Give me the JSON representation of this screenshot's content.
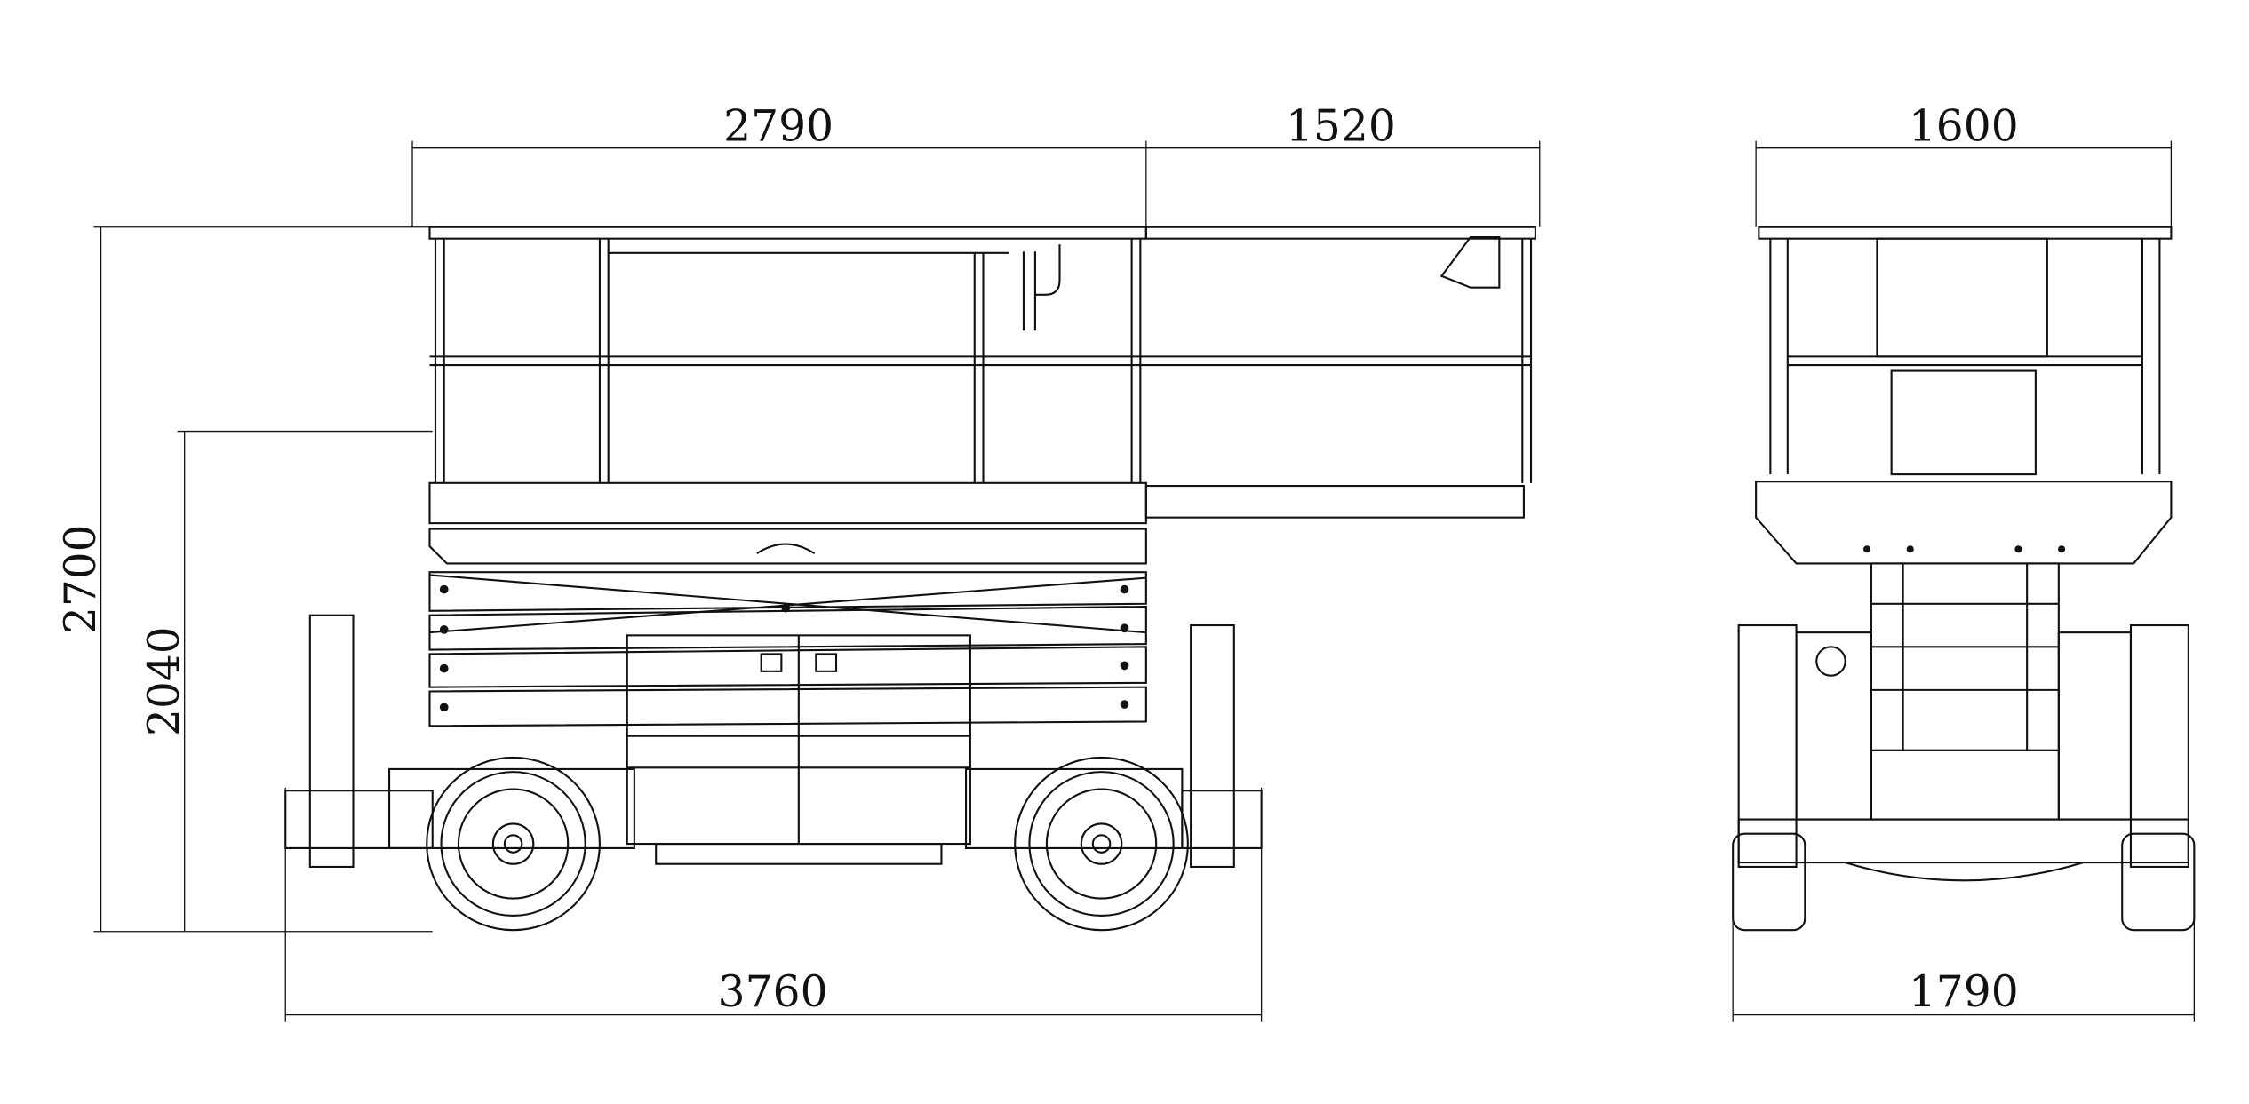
{
  "dimensions": {
    "platform_length": "2790",
    "extension_length": "1520",
    "front_platform_width": "1600",
    "overall_height": "2700",
    "stowed_platform_height": "2040",
    "overall_length": "3760",
    "overall_width": "1790"
  },
  "colors": {
    "line": "#111111",
    "background": "#ffffff"
  }
}
